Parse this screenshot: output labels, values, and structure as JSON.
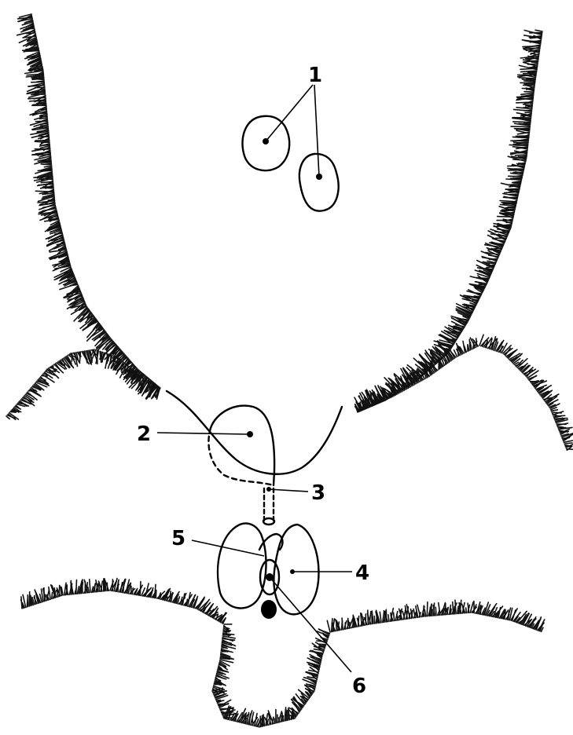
{
  "labels": {
    "l1": "1",
    "l2": "2",
    "l3": "3",
    "l4": "4",
    "l5": "5",
    "l6": "6"
  },
  "colors": {
    "ink": "#000000",
    "paper": "#ffffff"
  }
}
